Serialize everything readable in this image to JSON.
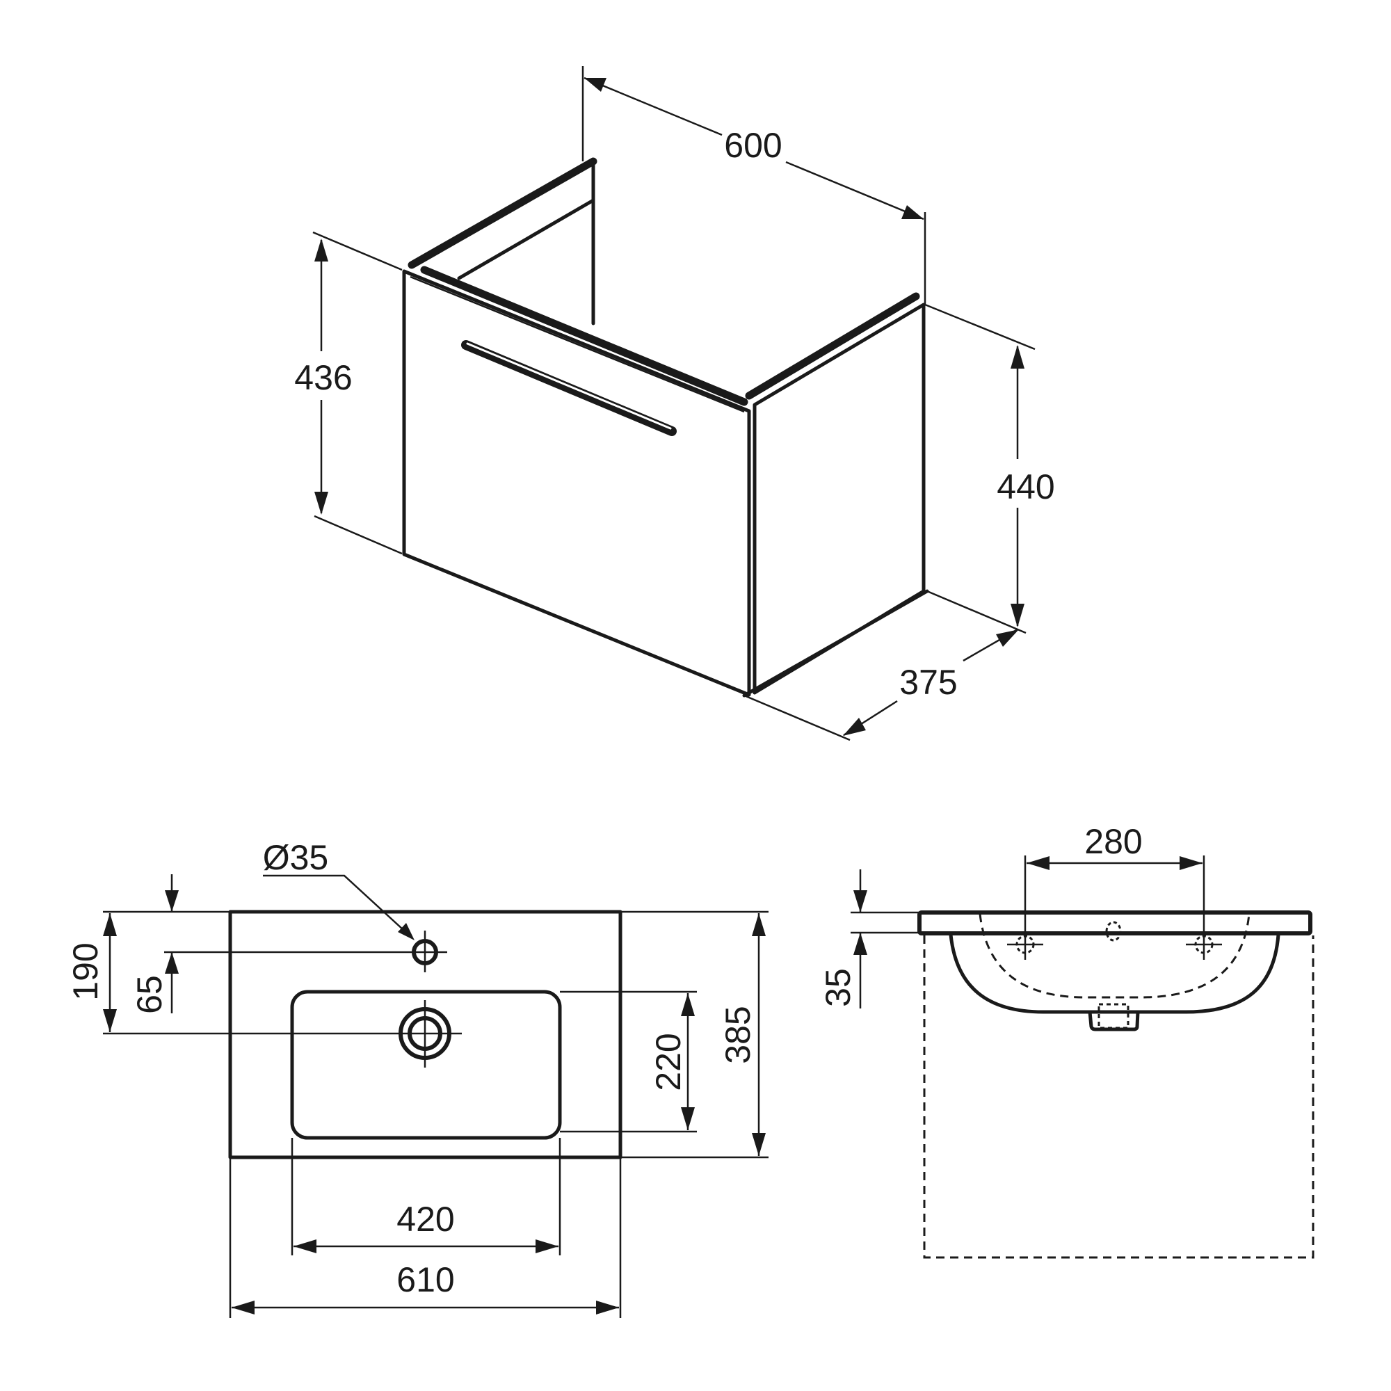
{
  "cabinet_view": {
    "width_label": "600",
    "height_front_label": "436",
    "height_side_label": "440",
    "depth_label": "375"
  },
  "basin_top_view": {
    "tap_hole_label": "Ø35",
    "tap_to_bowl_label": "190",
    "tap_offset_label": "65",
    "bowl_depth_label": "220",
    "overall_depth_label": "385",
    "bowl_width_label": "420",
    "overall_width_label": "610"
  },
  "basin_front_view": {
    "fixing_spacing_label": "280",
    "slab_thickness_label": "35"
  },
  "colors": {
    "line": "#1a1a1a",
    "background": "#ffffff"
  }
}
